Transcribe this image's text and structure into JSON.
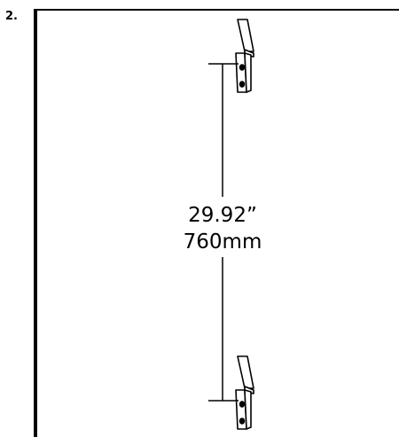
{
  "step": {
    "number": "2."
  },
  "measurement": {
    "imperial": "29.92”",
    "metric": "760mm"
  },
  "colors": {
    "line": "#000000",
    "background": "#ffffff"
  },
  "icons": {
    "bracket": "wall-bracket-icon"
  }
}
